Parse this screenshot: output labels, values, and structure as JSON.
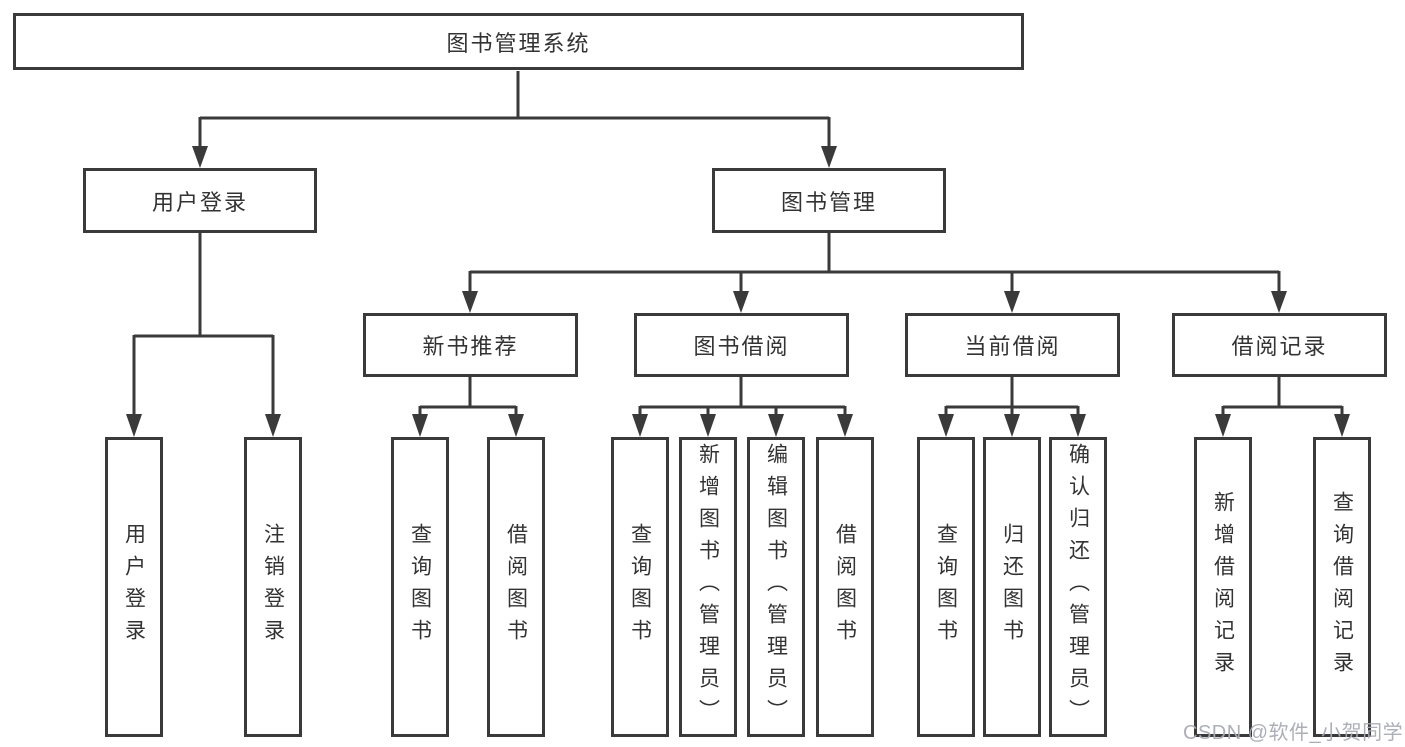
{
  "tree": {
    "label": "图书管理系统",
    "children": [
      {
        "label": "用户登录",
        "children": [
          {
            "label": "用户登录"
          },
          {
            "label": "注销登录"
          }
        ]
      },
      {
        "label": "图书管理",
        "children": [
          {
            "label": "新书推荐",
            "children": [
              {
                "label": "查询图书"
              },
              {
                "label": "借阅图书"
              }
            ]
          },
          {
            "label": "图书借阅",
            "children": [
              {
                "label": "查询图书"
              },
              {
                "label": "新增图书（管理员）"
              },
              {
                "label": "编辑图书（管理员）"
              },
              {
                "label": "借阅图书"
              }
            ]
          },
          {
            "label": "当前借阅",
            "children": [
              {
                "label": "查询图书"
              },
              {
                "label": "归还图书"
              },
              {
                "label": "确认归还（管理员）"
              }
            ]
          },
          {
            "label": "借阅记录",
            "children": [
              {
                "label": "新增借阅记录"
              },
              {
                "label": "查询借阅记录"
              }
            ]
          }
        ]
      }
    ]
  },
  "watermark": "CSDN @软件_小贺同学",
  "colors": {
    "line": "#3a3a3a",
    "box_border": "#3a3a3a",
    "text": "#333333",
    "background": "#ffffff",
    "watermark": "#a9abb4"
  }
}
